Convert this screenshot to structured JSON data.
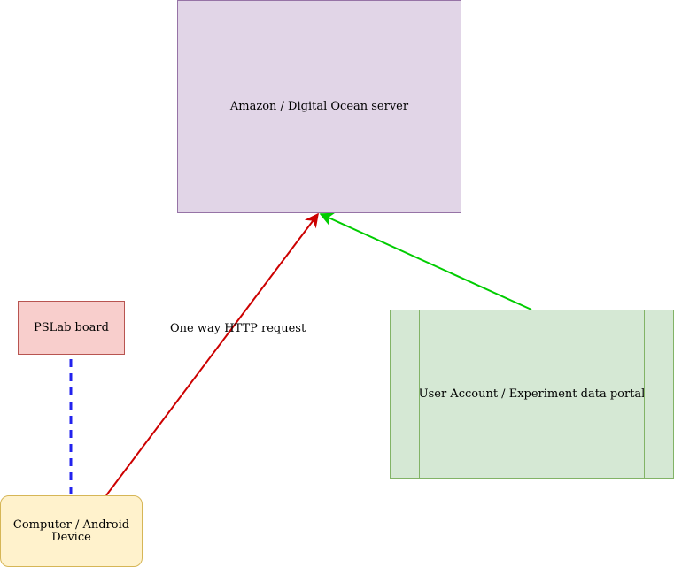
{
  "colors": {
    "server_fill": "#e1d5e7",
    "server_border": "#9673a6",
    "pslab_fill": "#f8cecc",
    "pslab_border": "#b85450",
    "device_fill": "#fff2cc",
    "device_border": "#d6b656",
    "portal_fill": "#d5e8d4",
    "portal_border": "#82b366",
    "http_arrow": "#cc0000",
    "portal_arrow": "#00cc00",
    "usb_link": "#2222ee"
  },
  "nodes": {
    "server": {
      "label": "Amazon / Digital Ocean server",
      "shape": "rectangle"
    },
    "pslab": {
      "label": "PSLab board",
      "shape": "rectangle"
    },
    "device": {
      "label": "Computer / Android Device",
      "shape": "rounded-rectangle"
    },
    "portal": {
      "label": "User Account / Experiment data portal",
      "shape": "process"
    }
  },
  "edges": [
    {
      "from": "device",
      "to": "server",
      "label": "One way HTTP request",
      "style": "solid-arrow",
      "color_key": "http_arrow"
    },
    {
      "from": "portal",
      "to": "server",
      "label": "",
      "style": "solid-arrow",
      "color_key": "portal_arrow"
    },
    {
      "from": "pslab",
      "to": "device",
      "label": "",
      "style": "dashed",
      "color_key": "usb_link"
    }
  ]
}
